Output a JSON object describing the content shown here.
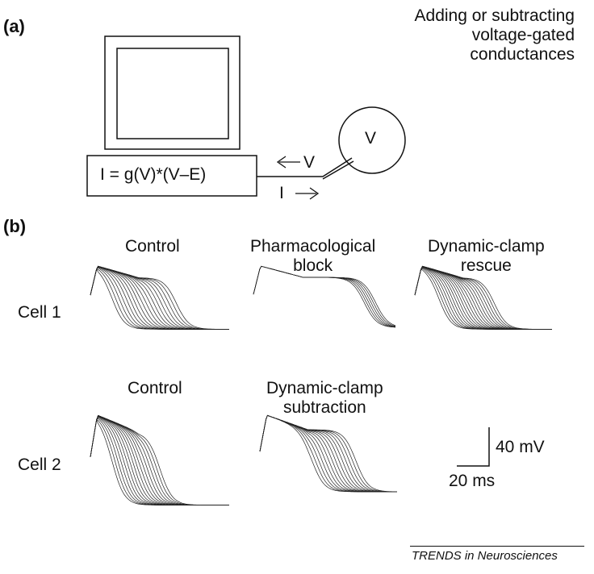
{
  "panel_a": {
    "label": "(a)",
    "heading": [
      "Adding or subtracting",
      "voltage-gated",
      "conductances"
    ],
    "equation": "I = g(V)*(V–E)",
    "arrow_v": "V",
    "arrow_i": "I",
    "cell_v": "V"
  },
  "panel_b": {
    "label": "(b)",
    "row1": {
      "cell": "Cell 1",
      "titles": [
        [
          "Control"
        ],
        [
          "Pharmacological",
          "block"
        ],
        [
          "Dynamic-clamp",
          "rescue"
        ]
      ]
    },
    "row2": {
      "cell": "Cell 2",
      "titles": [
        [
          "Control"
        ],
        [
          "Dynamic-clamp",
          "subtraction"
        ]
      ]
    },
    "scale_v": "40 mV",
    "scale_t": "20 ms"
  },
  "footer": "TRENDS in Neurosciences"
}
